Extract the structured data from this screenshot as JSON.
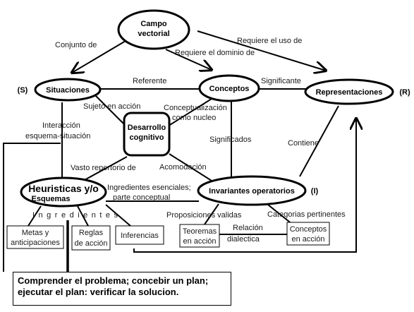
{
  "nodes": {
    "campo": [
      "Campo",
      "vectorial"
    ],
    "situaciones": "Situaciones",
    "situaciones_tag": "(S)",
    "conceptos": "Conceptos",
    "representaciones": "Representaciones",
    "representaciones_tag": "(R)",
    "desarrollo": [
      "Desarrollo",
      "cognitivo"
    ],
    "heuristicas": "Heuristicas y/o",
    "esquemas": "Esquemas",
    "invariantes": "Invariantes operatorios",
    "invariantes_tag": "(I)"
  },
  "edges": {
    "conjunto_de": "Conjunto de",
    "requiere_uso": "Requiere el uso de",
    "requiere_dominio": "Requiere el dominio de",
    "referente": "Referente",
    "significante": "Significante",
    "sujeto_accion": "Sujeto en acción",
    "conceptualizacion": [
      "Conceptualización",
      "como    nucleo"
    ],
    "interaccion": [
      "Interacción",
      "esquema-situación"
    ],
    "significados": "Significados",
    "contiene": "Contiene",
    "vasto": "Vasto repertorio de",
    "acomodacion": "Acomodación",
    "ingredientes_esenciales": [
      "Ingredientes esenciales;",
      "parte conceptual"
    ],
    "ingredientes": "Ingredientes",
    "proposiciones": "Proposiciones validas",
    "categorias": "Categorias pertinentes",
    "relacion": [
      "Relación",
      "dialectica"
    ]
  },
  "boxes": {
    "metas": [
      "Metas y",
      "anticipaciones"
    ],
    "reglas": [
      "Reglas",
      "de acción"
    ],
    "inferencias": "Inferencias",
    "teoremas": [
      "Teoremas",
      "en acción"
    ],
    "conceptos_accion": [
      "Conceptos",
      "en acción"
    ]
  },
  "bottom_note": [
    "Comprender el problema; concebir un plan;",
    "ejecutar el plan: verificar la solucion."
  ]
}
